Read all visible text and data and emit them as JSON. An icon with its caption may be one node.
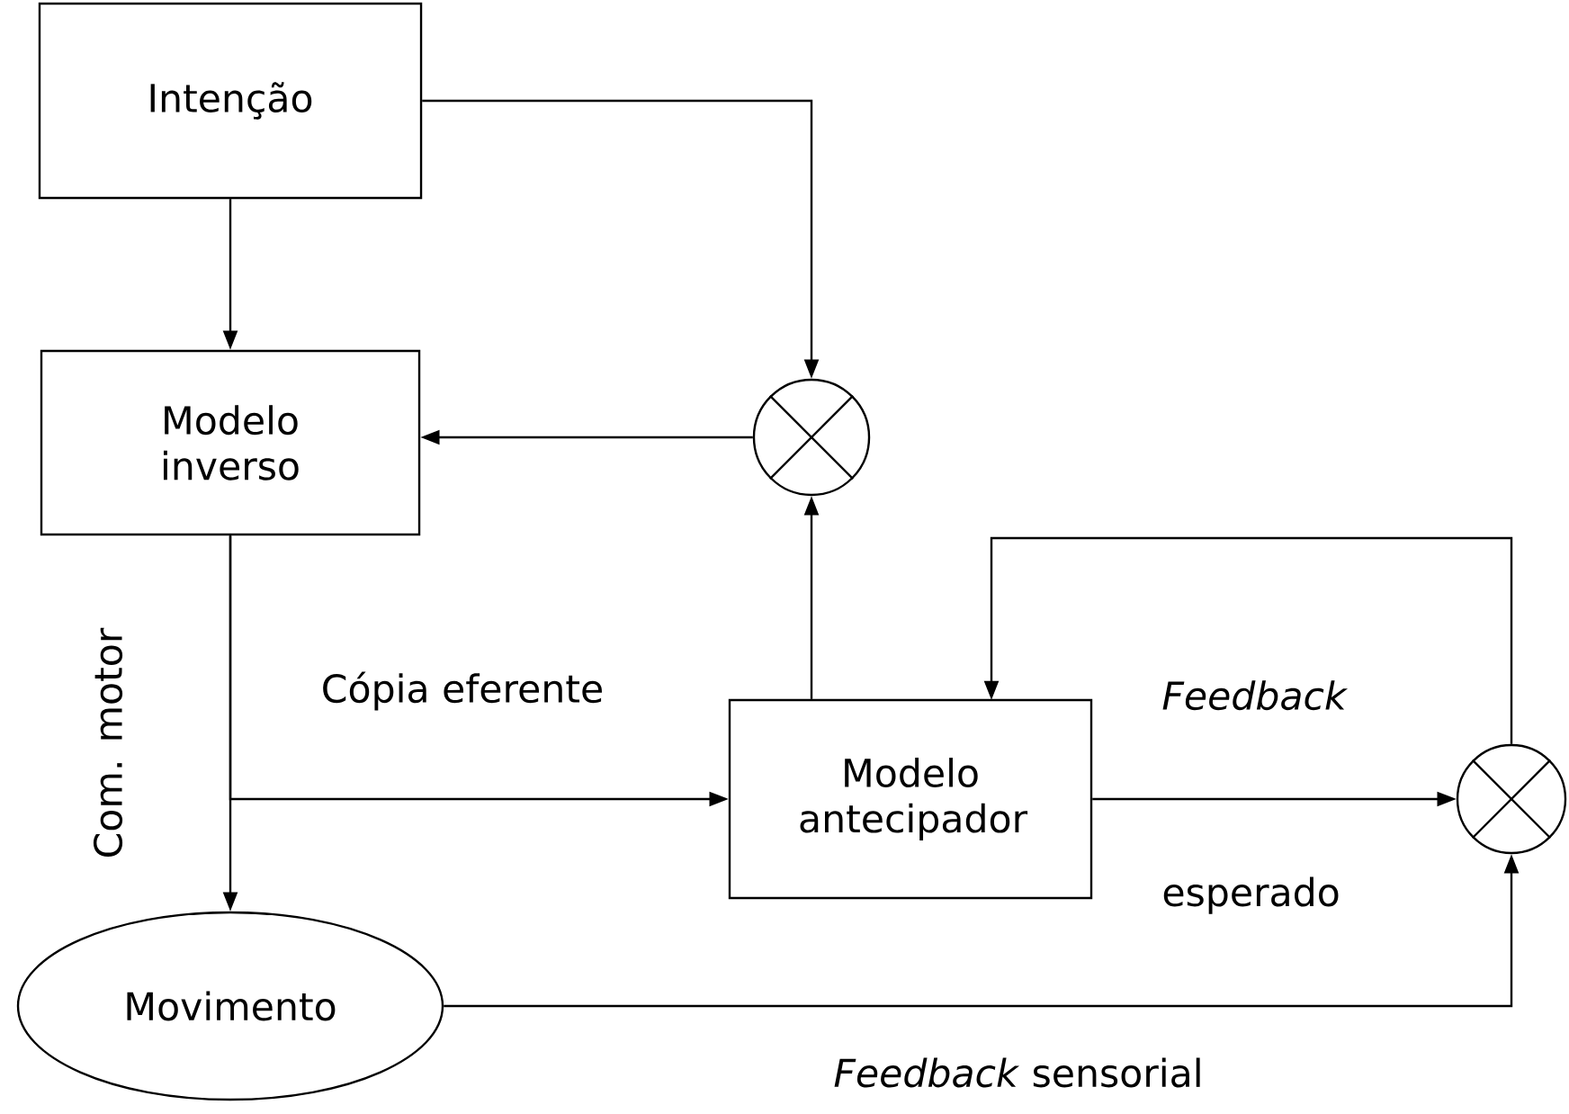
{
  "diagram": {
    "nodes": [
      {
        "text": [
          "Intenção"
        ]
      },
      {
        "text": [
          "Modelo inverso"
        ]
      },
      {
        "text": [],
        "shape": "circle"
      },
      {
        "text": [
          "Modelo antecipador"
        ]
      },
      {
        "text": [],
        "shape": "circle"
      },
      {
        "text": [
          "Movimento"
        ]
      }
    ],
    "edges": [
      {
        "from": 0,
        "to": 1,
        "arrow": "to"
      },
      {
        "from": 0,
        "to": 2,
        "arrow": "to"
      },
      {
        "from": 2,
        "to": 1,
        "arrow": "to"
      },
      {
        "from": 3,
        "to": 2,
        "arrow": "to"
      },
      {
        "from": 1,
        "to": 5,
        "arrow": "to",
        "label": "Com. motor"
      },
      {
        "from": 1,
        "to": 3,
        "arrow": "to",
        "label": "Cópia eferente"
      },
      {
        "from": 3,
        "to": 4,
        "arrow": "to",
        "label": "*Feedback* esperado"
      },
      {
        "from": 4,
        "to": 3,
        "arrow": "to"
      },
      {
        "from": 5,
        "to": 4,
        "arrow": "to",
        "label": "*Feedback* sensorial"
      }
    ]
  }
}
